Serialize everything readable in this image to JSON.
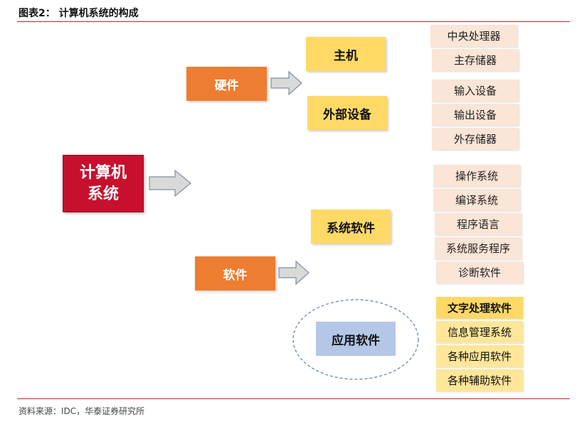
{
  "header": {
    "title": "图表2：  计算机系统的构成"
  },
  "footer": {
    "source": "资料来源：IDC，华泰证券研究所"
  },
  "root": {
    "line1": "计算机",
    "line2": "系统"
  },
  "hardware": {
    "label": "硬件",
    "host": {
      "label": "主机",
      "items": [
        "中央处理器",
        "主存储器"
      ]
    },
    "peripherals": {
      "label": "外部设备",
      "items": [
        "输入设备",
        "输出设备",
        "外存储器"
      ]
    }
  },
  "software": {
    "label": "软件",
    "system": {
      "label": "系统软件",
      "items": [
        "操作系统",
        "编译系统",
        "程序语言",
        "系统服务程序",
        "诊断软件"
      ]
    },
    "application": {
      "label": "应用软件",
      "items": [
        "文字处理软件",
        "信息管理系统",
        "各种应用软件",
        "各种辅助软件"
      ]
    }
  },
  "colors": {
    "root": "#c8102e",
    "level1": "#ed7d31",
    "level2": "#ffd966",
    "leaf_hw_sys": "#fbe5d6",
    "leaf_app": "#ffe699",
    "application": "#b4c7e7",
    "arrow_fill": "#d9d9d9",
    "arrow_stroke": "#7f8fa6",
    "rule": "#c0262d"
  }
}
